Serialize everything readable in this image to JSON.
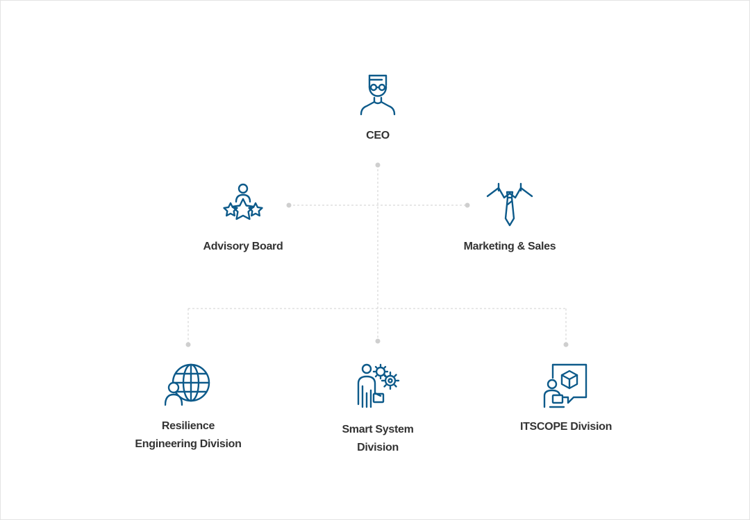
{
  "colors": {
    "icon": "#0d5a8a",
    "connector": "#cfcfcf",
    "label": "#333333"
  },
  "nodes": {
    "ceo": {
      "label": "CEO",
      "icon": "person-glasses-icon"
    },
    "advisory": {
      "label": "Advisory Board",
      "icon": "person-stars-icon"
    },
    "marketing": {
      "label": "Marketing & Sales",
      "icon": "necktie-icon"
    },
    "resilience": {
      "line1": "Resilience",
      "line2": "Engineering Division",
      "icon": "globe-person-icon"
    },
    "smart": {
      "line1": "Smart System",
      "line2": "Division",
      "icon": "person-gears-icon"
    },
    "itscope": {
      "label": "ITSCOPE Division",
      "icon": "person-cube-screen-icon"
    }
  }
}
